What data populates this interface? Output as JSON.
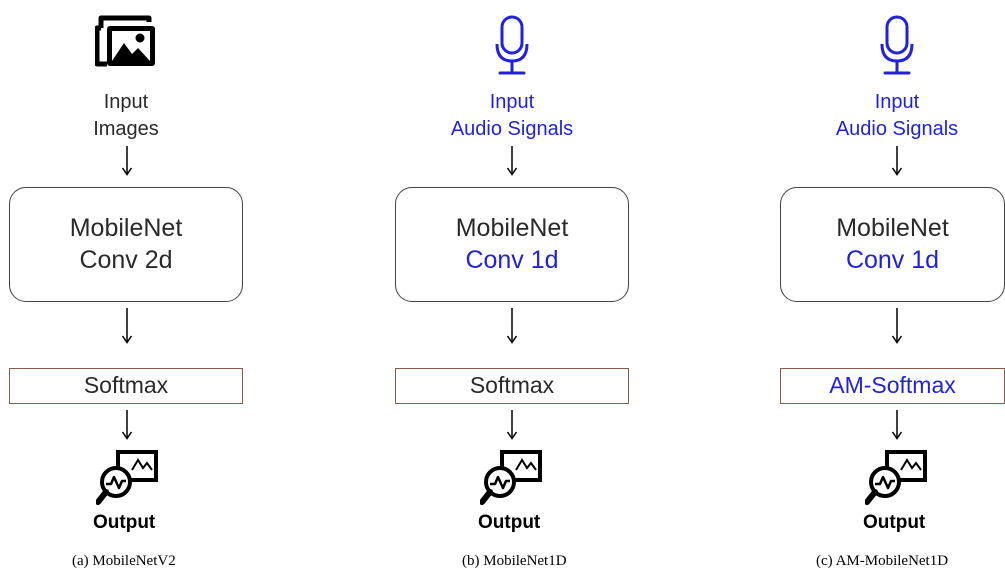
{
  "colors": {
    "black_text": "#2a2a2a",
    "blue_text": "#2222dd",
    "box_border": "#444444",
    "softmax_border": "#8a5a4a"
  },
  "panels": [
    {
      "input_icon": "image-gallery-icon",
      "input_line1": "Input",
      "input_line2": "Images",
      "input_color": "#2a2a2a",
      "box_line1": "MobileNet",
      "box_line2": "Conv 2d",
      "box_line2_color": "#2a2a2a",
      "softmax_label": "Softmax",
      "softmax_color": "#2a2a2a",
      "output_icon": "analytics-magnifier-icon",
      "output_label": "Output",
      "caption": "(a)  MobileNetV2"
    },
    {
      "input_icon": "microphone-icon",
      "input_line1": "Input",
      "input_line2": "Audio Signals",
      "input_color": "#2222dd",
      "box_line1": "MobileNet",
      "box_line2": "Conv 1d",
      "box_line2_color": "#2222dd",
      "softmax_label": "Softmax",
      "softmax_color": "#2a2a2a",
      "output_icon": "analytics-magnifier-icon",
      "output_label": "Output",
      "caption": "(b)  MobileNet1D"
    },
    {
      "input_icon": "microphone-icon",
      "input_line1": "Input",
      "input_line2": "Audio Signals",
      "input_color": "#2222dd",
      "box_line1": "MobileNet",
      "box_line2": "Conv 1d",
      "box_line2_color": "#2222dd",
      "softmax_label": "AM-Softmax",
      "softmax_color": "#2222dd",
      "output_icon": "analytics-magnifier-icon",
      "output_label": "Output",
      "caption": "(c)  AM-MobileNet1D"
    }
  ]
}
